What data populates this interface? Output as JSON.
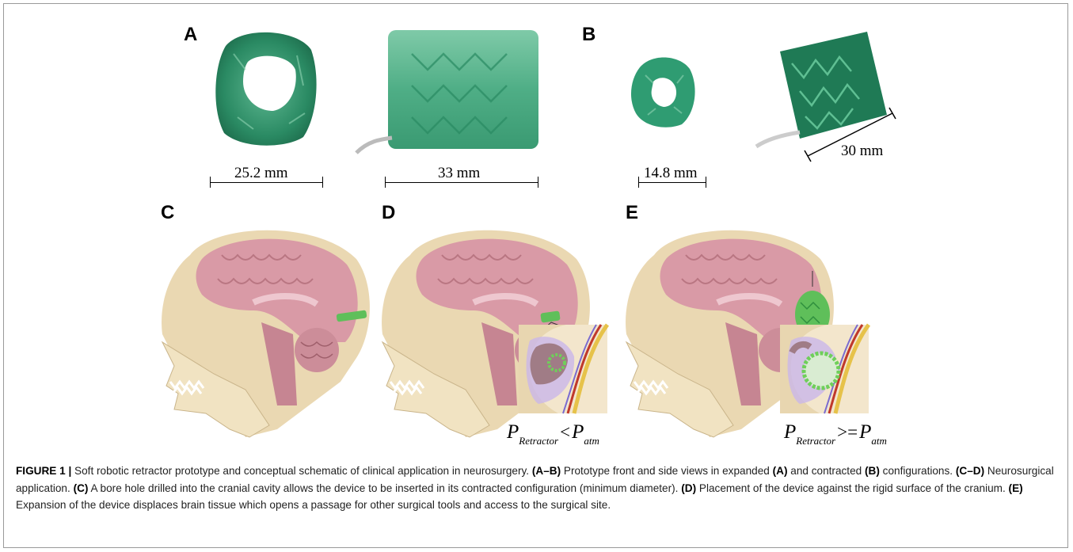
{
  "figure": {
    "panels": {
      "a": "A",
      "b": "B",
      "c": "C",
      "d": "D",
      "e": "E"
    },
    "scale_bars": {
      "a_front": "25.2 mm",
      "a_side": "33 mm",
      "b_front": "14.8 mm",
      "b_side": "30 mm"
    },
    "equations": {
      "d": {
        "lhs": "P",
        "lhs_sub": "Retractor",
        "op": "<",
        "rhs": "P",
        "rhs_sub": "atm"
      },
      "e": {
        "lhs": "P",
        "lhs_sub": "Retractor",
        "op": ">=",
        "rhs": "P",
        "rhs_sub": "atm"
      }
    },
    "colors": {
      "device_green": "#2f9c72",
      "brain_pink": "#d89aa6",
      "skull_beige": "#e8d6b0",
      "background": "#ffffff"
    }
  },
  "caption": {
    "label": "FIGURE 1 |",
    "s1": " Soft robotic retractor prototype and conceptual schematic of clinical application in neurosurgery. ",
    "r_ab": "(A–B)",
    "s2": " Prototype front and side views in expanded ",
    "r_a": "(A)",
    "s3": " and contracted ",
    "r_b": "(B)",
    "s4": " configurations. ",
    "r_cd": "(C–D)",
    "s5": " Neurosurgical application. ",
    "r_c": "(C)",
    "s6": " A bore hole drilled into the cranial cavity allows the device to be inserted in its contracted configuration (minimum diameter). ",
    "r_d": "(D)",
    "s7": " Placement of the device against the rigid surface of the cranium. ",
    "r_e": "(E)",
    "s8": " Expansion of the device displaces brain tissue which opens a passage for other surgical tools and access to the surgical site."
  }
}
